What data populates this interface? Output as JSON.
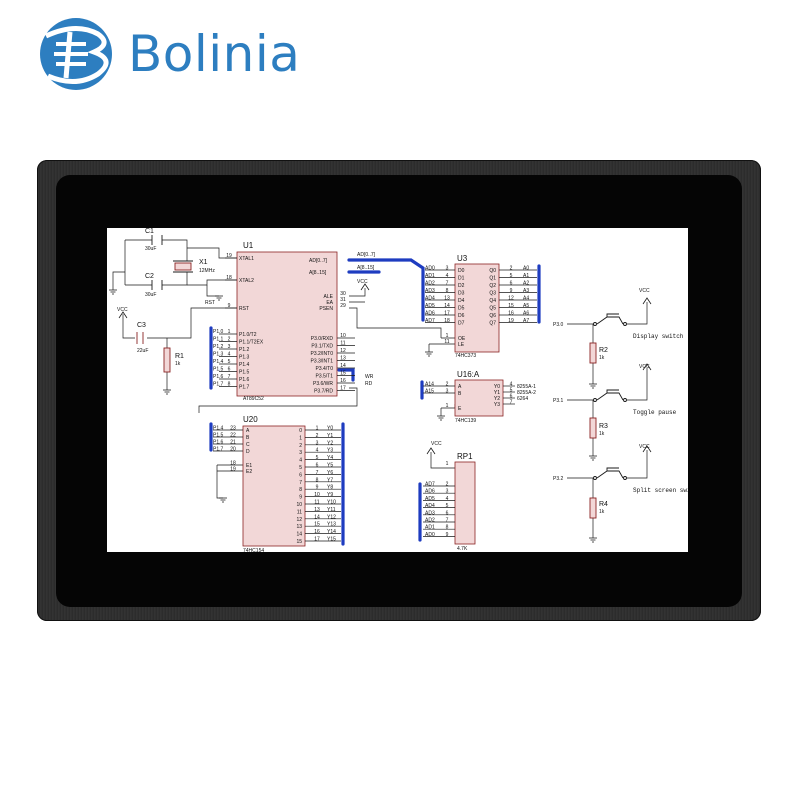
{
  "brand": {
    "name": "Bolinia",
    "color": "#2d7ec0"
  },
  "schematic": {
    "c1": {
      "ref": "C1",
      "value": "30uF"
    },
    "c2": {
      "ref": "C2",
      "value": "30uF"
    },
    "c3": {
      "ref": "C3",
      "value": "22uF"
    },
    "x1": {
      "ref": "X1",
      "value": "12MHz"
    },
    "r1": {
      "ref": "R1",
      "value": "1k"
    },
    "vcc": "VCC",
    "rst": "RST",
    "u1": {
      "ref": "U1",
      "part": "AT89C52",
      "left_pins": [
        {
          "name": "XTAL1",
          "num": "19"
        },
        {
          "name": "XTAL2",
          "num": "18"
        },
        {
          "name": "RST",
          "num": "9"
        }
      ],
      "p1_pins": [
        {
          "name": "P1.0/T2",
          "num": "1",
          "net": "P1.0"
        },
        {
          "name": "P1.1/T2EX",
          "num": "2",
          "net": "P1.1"
        },
        {
          "name": "P1.2",
          "num": "3",
          "net": "P1.2"
        },
        {
          "name": "P1.3",
          "num": "4",
          "net": "P1.3"
        },
        {
          "name": "P1.4",
          "num": "5",
          "net": "P1.4"
        },
        {
          "name": "P1.5",
          "num": "6",
          "net": "P1.5"
        },
        {
          "name": "P1.6",
          "num": "7",
          "net": "P1.6"
        },
        {
          "name": "P1.7",
          "num": "8",
          "net": "P1.7"
        }
      ],
      "right_top": [
        {
          "name": "AD[0..7]",
          "num": ""
        },
        {
          "name": "A[8..15]",
          "num": ""
        }
      ],
      "right_ctrl": [
        {
          "name": "ALE",
          "num": "30"
        },
        {
          "name": "EA",
          "num": "31"
        },
        {
          "name": "PSEN",
          "num": "29"
        }
      ],
      "p3_pins": [
        {
          "name": "P3.0/RXD",
          "num": "10"
        },
        {
          "name": "P3.1/TXD",
          "num": "11"
        },
        {
          "name": "P3.2/INT0",
          "num": "12"
        },
        {
          "name": "P3.3/INT1",
          "num": "13"
        },
        {
          "name": "P3.4/T0",
          "num": "14"
        },
        {
          "name": "P3.5/T1",
          "num": "15"
        },
        {
          "name": "P3.6/WR",
          "num": "16"
        },
        {
          "name": "P3.7/RD",
          "num": "17"
        }
      ],
      "bus_ad": "AD[0..7]",
      "bus_a": "A[8..15]",
      "wr": "WR",
      "rd": "RD"
    },
    "u3": {
      "ref": "U3",
      "part": "74HC373",
      "inputs": [
        "D0",
        "D1",
        "D2",
        "D3",
        "D4",
        "D5",
        "D6",
        "D7"
      ],
      "input_nets": [
        "AD0",
        "AD1",
        "AD2",
        "AD3",
        "AD4",
        "AD5",
        "AD6",
        "AD7"
      ],
      "input_nums": [
        "3",
        "4",
        "7",
        "8",
        "13",
        "14",
        "17",
        "18"
      ],
      "outputs": [
        "Q0",
        "Q1",
        "Q2",
        "Q3",
        "Q4",
        "Q5",
        "Q6",
        "Q7"
      ],
      "output_nets": [
        "A0",
        "A1",
        "A2",
        "A3",
        "A4",
        "A5",
        "A6",
        "A7"
      ],
      "output_nums": [
        "2",
        "5",
        "6",
        "9",
        "12",
        "15",
        "16",
        "19"
      ],
      "oe": "OE",
      "le": "LE",
      "oe_num": "1",
      "le_num": "11"
    },
    "u16": {
      "ref": "U16:A",
      "part": "74HC139",
      "inputs": [
        "A",
        "B"
      ],
      "input_nets": [
        "A14",
        "A15"
      ],
      "input_nums": [
        "2",
        "3"
      ],
      "enable": "E",
      "enable_num": "1",
      "outputs": [
        "Y0",
        "Y1",
        "Y2",
        "Y3"
      ],
      "output_nums": [
        "4",
        "5",
        "6",
        "7"
      ],
      "output_nets": [
        "8255A-1",
        "8255A-2",
        "6264",
        ""
      ]
    },
    "u20": {
      "ref": "U20",
      "part": "74HC154",
      "inputs": [
        "A",
        "B",
        "C",
        "D"
      ],
      "input_nets": [
        "P1.4",
        "P1.5",
        "P1.6",
        "P1.7"
      ],
      "input_nums": [
        "23",
        "22",
        "21",
        "20"
      ],
      "enables": [
        "E1",
        "E2"
      ],
      "enable_nums": [
        "18",
        "19"
      ],
      "outputs": [
        "0",
        "1",
        "2",
        "3",
        "4",
        "5",
        "6",
        "7",
        "8",
        "9",
        "10",
        "11",
        "12",
        "13",
        "14",
        "15"
      ],
      "output_nets": [
        "Y0",
        "Y1",
        "Y2",
        "Y3",
        "Y4",
        "Y5",
        "Y6",
        "Y7",
        "Y8",
        "Y9",
        "Y10",
        "Y11",
        "Y12",
        "Y13",
        "Y14",
        "Y15"
      ],
      "output_nums": [
        "1",
        "2",
        "3",
        "4",
        "5",
        "6",
        "7",
        "8",
        "9",
        "10",
        "11",
        "13",
        "14",
        "15",
        "16",
        "17"
      ]
    },
    "rp1": {
      "ref": "RP1",
      "value": "4.7K",
      "nets": [
        "AD7",
        "AD6",
        "AD5",
        "AD4",
        "AD3",
        "AD2",
        "AD1",
        "AD0"
      ],
      "nums": [
        "2",
        "3",
        "4",
        "5",
        "6",
        "7",
        "8",
        "9"
      ],
      "common": "1"
    },
    "switches": [
      {
        "port": "P3.0",
        "res": "R2",
        "value": "1k",
        "label": "Display switch"
      },
      {
        "port": "P3.1",
        "res": "R3",
        "value": "1k",
        "label": "Toggle pause"
      },
      {
        "port": "P3.2",
        "res": "R4",
        "value": "1k",
        "label": "Split screen switch"
      }
    ]
  }
}
